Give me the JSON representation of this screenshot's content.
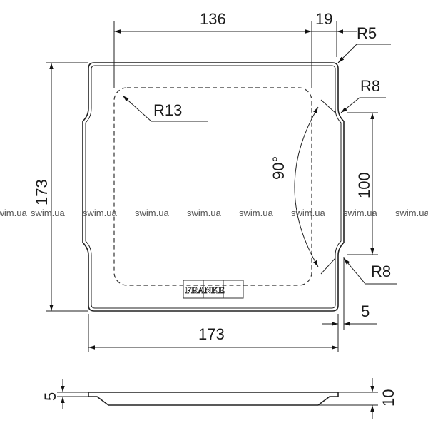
{
  "dimensions": {
    "top_width": "136",
    "top_offset": "19",
    "corner_radius_outer": "R5",
    "notch_radius_top": "R8",
    "inner_radius": "R13",
    "angle": "90°",
    "height": "173",
    "notch_length": "100",
    "notch_radius_bottom": "R8",
    "width": "173",
    "notch_depth": "5",
    "profile_thickness": "5",
    "profile_height": "10"
  },
  "watermark": [
    "swim.ua",
    "swim.ua",
    "swim.ua",
    "swim.ua",
    "swim.ua",
    "swim.ua",
    "swim.ua",
    "swim.ua"
  ],
  "logo": {
    "text": "FRANKE",
    "parts": [
      "FR",
      "AN",
      "KE"
    ]
  }
}
